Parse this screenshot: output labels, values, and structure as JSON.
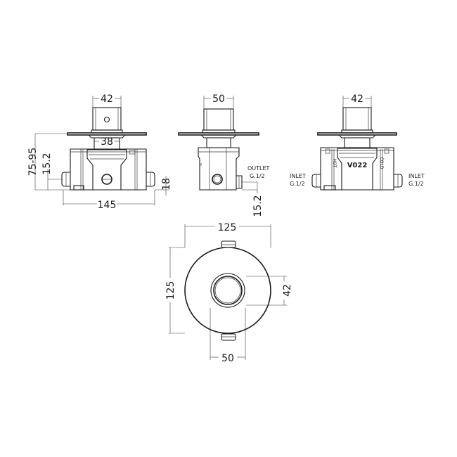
{
  "diagram": {
    "type": "technical drawing - concealed shower valve with round wall plate",
    "colors": {
      "line": "#1a1a1a",
      "background": "#ffffff"
    },
    "views": {
      "front": {
        "dim_handle_width": "42",
        "dim_neck_width": "38",
        "dim_depth_range": "75-95",
        "dim_inlet_height": "15.2",
        "dim_body_width": "145",
        "dim_right_offset": "18"
      },
      "side": {
        "dim_handle_width": "50",
        "outlet_label": "OUTLET",
        "outlet_thread": "G.1/2",
        "dim_outlet_height": "15.2"
      },
      "back": {
        "dim_handle_width": "42",
        "model_code": "V022",
        "hot_label": "HOT",
        "cold_label": "COLD",
        "inlet_left_label": "INLET",
        "inlet_left_thread": "G.1/2",
        "inlet_right_label": "INLET",
        "inlet_right_thread": "G.1/2"
      },
      "plan": {
        "dim_plate_width": "125",
        "dim_plate_height": "125",
        "dim_handle_diameter": "42",
        "dim_trim_width": "50"
      }
    }
  }
}
